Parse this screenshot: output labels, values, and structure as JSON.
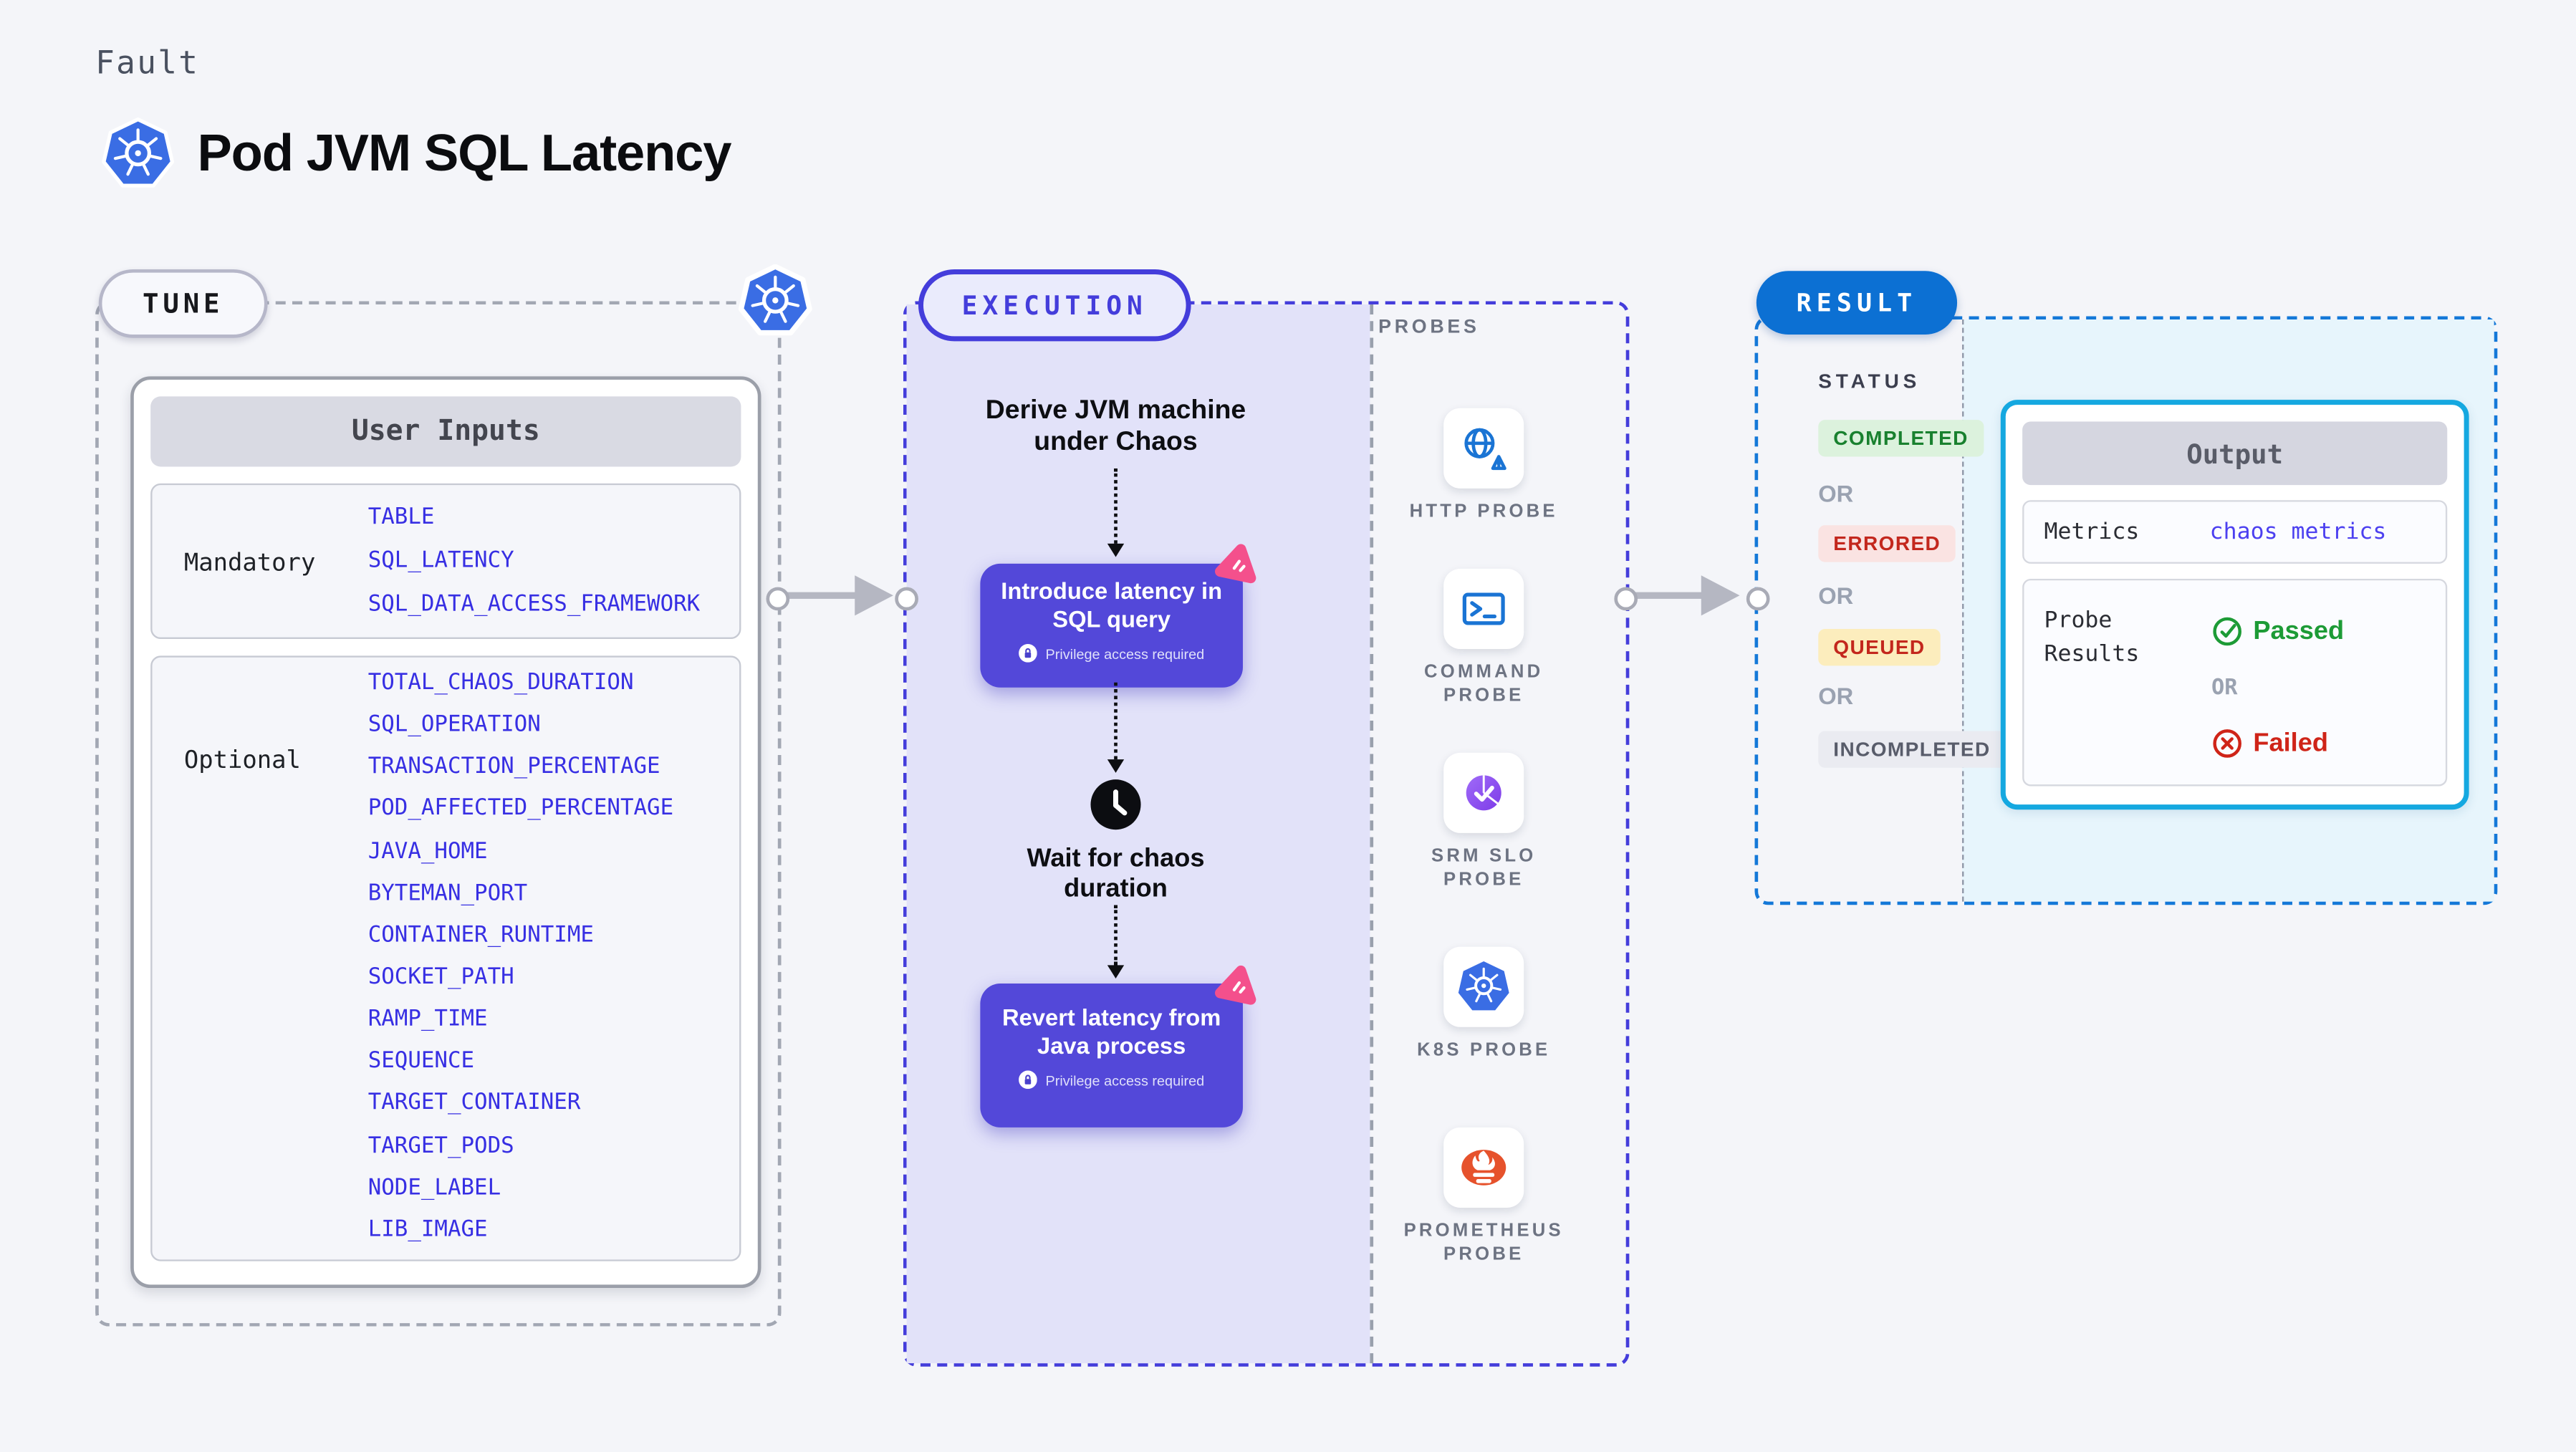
{
  "header": {
    "eyebrow": "Fault",
    "title": "Pod JVM SQL Latency"
  },
  "tune": {
    "pill": "TUNE",
    "user_inputs": {
      "header": "User Inputs",
      "mandatory_label": "Mandatory",
      "mandatory_items": [
        "TABLE",
        "SQL_LATENCY",
        "SQL_DATA_ACCESS_FRAMEWORK"
      ],
      "optional_label": "Optional",
      "optional_items": [
        "TOTAL_CHAOS_DURATION",
        "SQL_OPERATION",
        "TRANSACTION_PERCENTAGE",
        "POD_AFFECTED_PERCENTAGE",
        "JAVA_HOME",
        "BYTEMAN_PORT",
        "CONTAINER_RUNTIME",
        "SOCKET_PATH",
        "RAMP_TIME",
        "SEQUENCE",
        "TARGET_CONTAINER",
        "TARGET_PODS",
        "NODE_LABEL",
        "LIB_IMAGE"
      ]
    }
  },
  "execution": {
    "pill": "EXECUTION",
    "derive_line1": "Derive JVM machine",
    "derive_line2": "under Chaos",
    "step1_line1": "Introduce latency in",
    "step1_line2": "SQL query",
    "privilege_note": "Privilege access required",
    "wait_line1": "Wait for chaos",
    "wait_line2": "duration",
    "step2_line1": "Revert latency from",
    "step2_line2": "Java process",
    "probes_label": "PROBES",
    "probes": [
      {
        "line1": "HTTP PROBE",
        "icon": "globe-alert-icon"
      },
      {
        "line1": "COMMAND",
        "line2": "PROBE",
        "icon": "terminal-icon"
      },
      {
        "line1": "SRM SLO",
        "line2": "PROBE",
        "icon": "slo-donut-icon"
      },
      {
        "line1": "K8S PROBE",
        "icon": "kubernetes-icon"
      },
      {
        "line1": "PROMETHEUS",
        "line2": "PROBE",
        "icon": "prometheus-icon"
      }
    ]
  },
  "result": {
    "pill": "RESULT",
    "status_label": "STATUS",
    "or": "OR",
    "badges": {
      "completed": "COMPLETED",
      "errored": "ERRORED",
      "queued": "QUEUED",
      "incompleted": "INCOMPLETED"
    },
    "output": {
      "header": "Output",
      "metrics_label": "Metrics",
      "metrics_value": "chaos metrics",
      "probe_results_line1": "Probe",
      "probe_results_line2": "Results",
      "passed": "Passed",
      "or": "OR",
      "failed": "Failed"
    }
  },
  "colors": {
    "page_bg": "#f4f5f9",
    "accent_indigo": "#443ddb",
    "execution_panel_bg": "#e2e2f9",
    "step_box_purple": "#5348d9",
    "result_pill_blue": "#0c70d3",
    "result_dash_blue": "#1478d8",
    "output_border_cyan": "#15a8e0",
    "result_panel_bg": "#e7f5fc",
    "param_value_blue": "#372fe3",
    "passed_green": "#1d9b36",
    "failed_red": "#cf2418",
    "badge_green_bg": "#dcf2dd",
    "badge_red_bg": "#fae3e2",
    "badge_yellow_bg": "#fcedbd",
    "badge_gray_bg": "#eaebf1",
    "litmus_pink": "#f4508c",
    "kubernetes_blue": "#3a6de4",
    "prometheus_orange": "#e6522c",
    "srm_purple": "#8b46ee",
    "probe_icon_blue": "#1a74d4"
  }
}
